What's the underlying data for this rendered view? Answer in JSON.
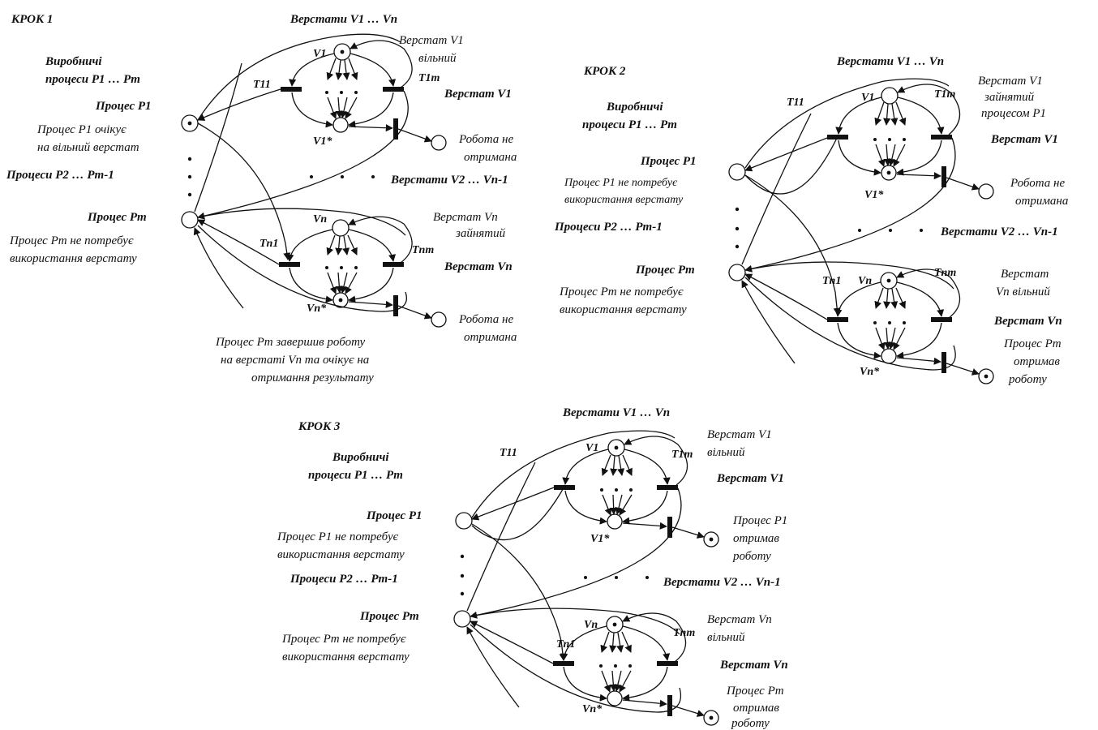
{
  "steps": [
    {
      "step": "КРОК 1",
      "machines": "Верстати V1 … Vn",
      "processes_group": [
        "Виробничі",
        "процеси P1 … Pm"
      ],
      "process1": "Процес P1",
      "process1_note": [
        "Процес P1 очікує",
        "на вільний верстат"
      ],
      "processes_mid": "Процеси P2 … Pm-1",
      "processm": "Процес Pm",
      "processm_note": [
        "Процес Pm не потребує",
        "використання верстату"
      ],
      "machine1_state": [
        "Верстат V1",
        "вільний"
      ],
      "machine1": "Верстат V1",
      "machines_mid": "Верстати V2 … Vn-1",
      "machinen_state": [
        "Верстат Vn",
        "зайнятий"
      ],
      "machinen": "Верстат Vn",
      "output1": [
        "Робота не",
        "отримана"
      ],
      "outputn": [
        "Робота не",
        "отримана"
      ],
      "bottom_note": [
        "Процес Pm завершив роботу",
        "на верстаті Vn та очікує на",
        "отримання результату"
      ],
      "labels": {
        "T11": "T11",
        "T1m": "T1m",
        "Tn1": "Tn1",
        "Tnm": "Tnm",
        "V1": "V1",
        "V1s": "V1*",
        "Vn": "Vn",
        "Vns": "Vn*"
      }
    },
    {
      "step": "КРОК 2",
      "machines": "Верстати V1 … Vn",
      "processes_group": [
        "Виробничі",
        "процеси P1 … Pm"
      ],
      "process1": "Процес P1",
      "process1_note": [
        "Процес P1 не потребує",
        "використання верстату"
      ],
      "processes_mid": "Процеси P2 … Pm-1",
      "processm": "Процес Pm",
      "processm_note": [
        "Процес Pm не потребує",
        "використання верстату"
      ],
      "machine1_state": [
        "Верстат V1",
        "зайнятий",
        "процесом P1"
      ],
      "machine1": "Верстат V1",
      "machines_mid": "Верстати V2 … Vn-1",
      "machinen_state": [
        "Верстат",
        "Vn вільний"
      ],
      "machinen": "Верстат Vn",
      "output1": [
        "Робота не",
        "отримана"
      ],
      "outputn": [
        "Процес Pm",
        "отримав",
        "роботу"
      ],
      "labels": {
        "T11": "T11",
        "T1m": "T1m",
        "Tn1": "Tn1",
        "Tnm": "Tnm",
        "V1": "V1",
        "V1s": "V1*",
        "Vn": "Vn",
        "Vns": "Vn*"
      }
    },
    {
      "step": "КРОК 3",
      "machines": "Верстати V1 … Vn",
      "processes_group": [
        "Виробничі",
        "процеси P1 … Pm"
      ],
      "process1": "Процес P1",
      "process1_note": [
        "Процес P1 не потребує",
        "використання верстату"
      ],
      "processes_mid": "Процеси P2 … Pm-1",
      "processm": "Процес Pm",
      "processm_note": [
        "Процес Pm не потребує",
        "використання верстату"
      ],
      "machine1_state": [
        "Верстат V1",
        "вільний"
      ],
      "machine1": "Верстат V1",
      "machines_mid": "Верстати V2 … Vn-1",
      "machinen_state": [
        "Верстат Vn",
        "вільний"
      ],
      "machinen": "Верстат Vn",
      "output1": [
        "Процес P1",
        "отримав",
        "роботу"
      ],
      "outputn": [
        "Процес Pm",
        "отримав",
        "роботу"
      ],
      "labels": {
        "T11": "T11",
        "T1m": "T1m",
        "Tn1": "Tn1",
        "Tnm": "Tnm",
        "V1": "V1",
        "V1s": "V1*",
        "Vn": "Vn",
        "Vns": "Vn*"
      }
    }
  ]
}
